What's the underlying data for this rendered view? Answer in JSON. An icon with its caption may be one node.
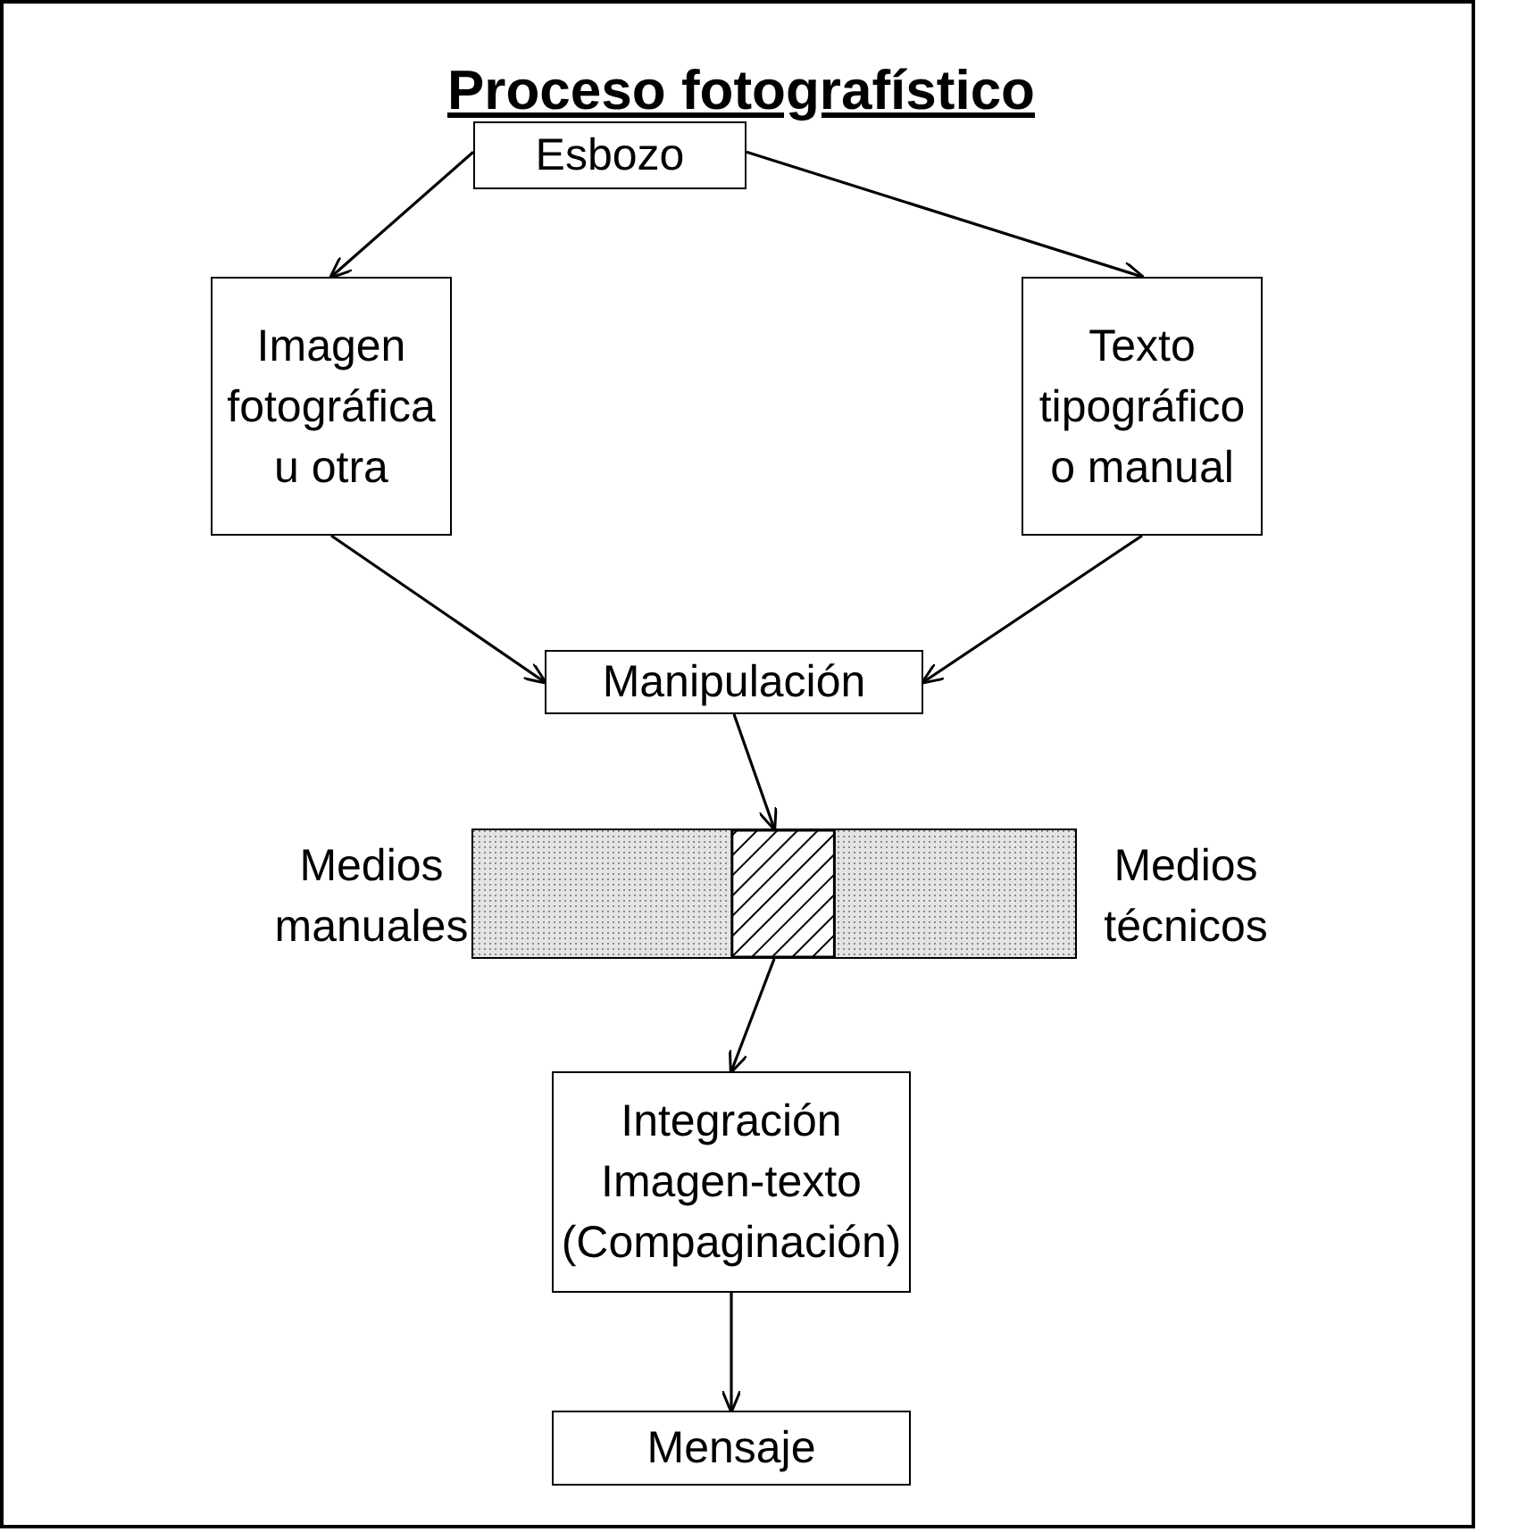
{
  "diagram": {
    "title": "Proceso fotografístico",
    "nodes": [
      {
        "text": [
          "Esbozo"
        ]
      },
      {
        "text": [
          "Imagen fotográfica u otra"
        ]
      },
      {
        "text": [
          "Texto tipográfico o manual"
        ]
      },
      {
        "text": [
          "Manipulación"
        ]
      },
      {
        "text": [],
        "shape": "bar"
      },
      {
        "text": [
          "Integración Imagen-texto (Compaginación)"
        ]
      },
      {
        "text": [
          "Mensaje"
        ]
      }
    ],
    "edges": [
      {
        "from": 0,
        "to": 1,
        "arrow": "to"
      },
      {
        "from": 0,
        "to": 2,
        "arrow": "to"
      },
      {
        "from": 1,
        "to": 3,
        "arrow": "to"
      },
      {
        "from": 2,
        "to": 3,
        "arrow": "to"
      },
      {
        "from": 3,
        "to": 4,
        "arrow": "to"
      },
      {
        "from": 4,
        "to": 5,
        "arrow": "to"
      },
      {
        "from": 5,
        "to": 6,
        "arrow": "to"
      }
    ],
    "labels": [
      "Medios manuales",
      "Medios técnicos"
    ]
  }
}
